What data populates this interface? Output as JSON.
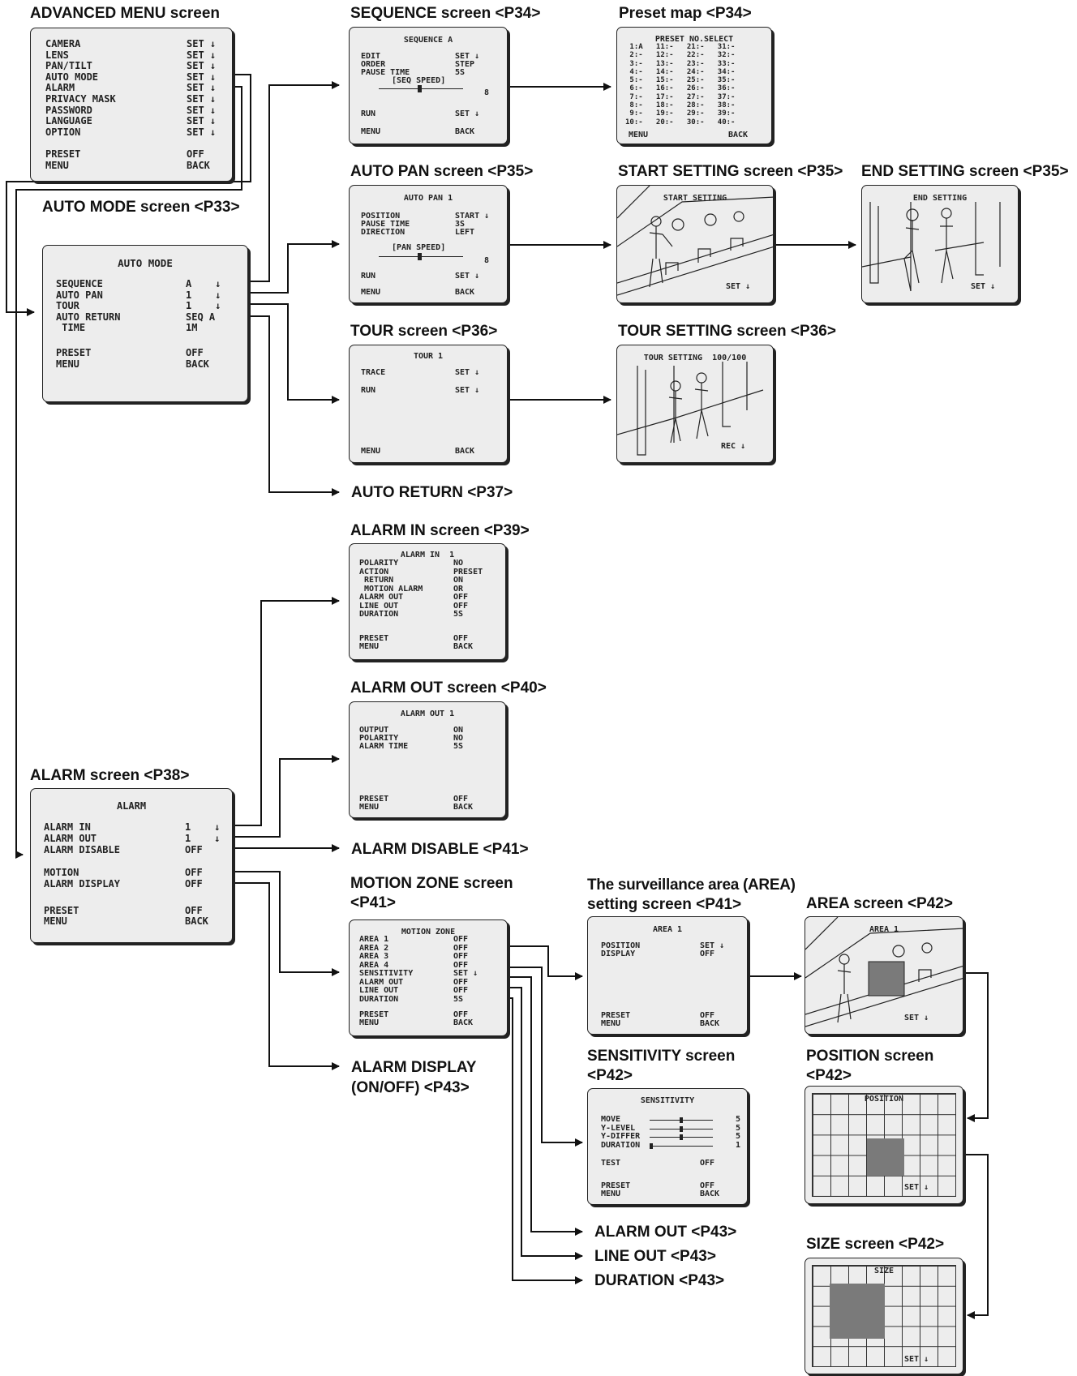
{
  "titles": {
    "advanced_menu": "ADVANCED MENU screen",
    "sequence": "SEQUENCE screen <P34>",
    "preset_map": "Preset map <P34>",
    "auto_mode": "AUTO MODE screen <P33>",
    "auto_pan": "AUTO PAN screen <P35>",
    "start_setting": "START SETTING screen <P35>",
    "end_setting": "END SETTING screen <P35>",
    "tour": "TOUR screen <P36>",
    "tour_setting": "TOUR SETTING screen <P36>",
    "auto_return": "AUTO RETURN <P37>",
    "alarm_in": "ALARM IN screen <P39>",
    "alarm_out": "ALARM OUT screen <P40>",
    "alarm": "ALARM screen <P38>",
    "alarm_disable": "ALARM DISABLE <P41>",
    "motion_zone_1": "MOTION ZONE screen",
    "motion_zone_2": "<P41>",
    "area_setting_1": "The surveillance area (AREA)",
    "area_setting_2": "setting screen <P41>",
    "area": "AREA screen <P42>",
    "sensitivity_1": "SENSITIVITY screen",
    "sensitivity_2": "<P42>",
    "position_1": "POSITION screen",
    "position_2": "<P42>",
    "alarm_display_1": "ALARM DISPLAY",
    "alarm_display_2": "(ON/OFF) <P43>",
    "alarm_out_link": "ALARM OUT <P43>",
    "line_out_link": "LINE OUT <P43>",
    "duration_link": "DURATION <P43>",
    "size": "SIZE screen <P42>"
  },
  "advanced_menu": {
    "rows": [
      [
        "CAMERA",
        "SET ↓"
      ],
      [
        "LENS",
        "SET ↓"
      ],
      [
        "PAN/TILT",
        "SET ↓"
      ],
      [
        "AUTO MODE",
        "SET ↓"
      ],
      [
        "ALARM",
        "SET ↓"
      ],
      [
        "PRIVACY MASK",
        "SET ↓"
      ],
      [
        "PASSWORD",
        "SET ↓"
      ],
      [
        "LANGUAGE",
        "SET ↓"
      ],
      [
        "OPTION",
        "SET ↓"
      ],
      [
        "",
        ""
      ],
      [
        "PRESET",
        "OFF"
      ],
      [
        "MENU",
        "BACK"
      ]
    ]
  },
  "sequence": {
    "title": "SEQUENCE A",
    "rows": [
      [
        "EDIT",
        "SET ↓"
      ],
      [
        "ORDER",
        "STEP"
      ],
      [
        "PAUSE TIME",
        "5S"
      ]
    ],
    "slider_label": "[SEQ SPEED]",
    "slider_value": "8",
    "run": [
      "RUN",
      "SET ↓"
    ],
    "menu": [
      "MENU",
      "BACK"
    ]
  },
  "preset_map": {
    "title": "PRESET NO.SELECT",
    "lines": [
      " 1:A   11:-   21:-   31:-",
      " 2:-   12:-   22:-   32:-",
      " 3:-   13:-   23:-   33:-",
      " 4:-   14:-   24:-   34:-",
      " 5:-   15:-   25:-   35:-",
      " 6:-   16:-   26:-   36:-",
      " 7:-   17:-   27:-   37:-",
      " 8:-   18:-   28:-   38:-",
      " 9:-   19:-   29:-   39:-",
      "10:-   20:-   30:-   40:-"
    ],
    "menu": "MENU",
    "back": "BACK"
  },
  "auto_mode": {
    "title": "AUTO MODE",
    "rows": [
      [
        "SEQUENCE",
        "A    ↓"
      ],
      [
        "AUTO PAN",
        "1    ↓"
      ],
      [
        "TOUR",
        "1    ↓"
      ],
      [
        "AUTO RETURN",
        "SEQ A"
      ],
      [
        " TIME",
        "1M"
      ]
    ],
    "preset": [
      "PRESET",
      "OFF"
    ],
    "menu": [
      "MENU",
      "BACK"
    ]
  },
  "auto_pan": {
    "title": "AUTO PAN 1",
    "rows": [
      [
        "POSITION",
        "START ↓"
      ],
      [
        "PAUSE TIME",
        "3S"
      ],
      [
        "DIRECTION",
        "LEFT"
      ]
    ],
    "slider_label": "[PAN SPEED]",
    "slider_value": "8",
    "run": [
      "RUN",
      "SET ↓"
    ],
    "menu": [
      "MENU",
      "BACK"
    ]
  },
  "start_setting": {
    "title": "START SETTING",
    "footer": "SET ↓"
  },
  "end_setting": {
    "title": "END SETTING",
    "footer": "SET ↓"
  },
  "tour": {
    "title": "TOUR 1",
    "rows": [
      [
        "TRACE",
        "SET ↓"
      ],
      [
        "RUN",
        "SET ↓"
      ]
    ],
    "menu": [
      "MENU",
      "BACK"
    ]
  },
  "tour_setting": {
    "title": "TOUR SETTING  100/100",
    "footer": "REC ↓"
  },
  "alarm_in": {
    "title": "ALARM IN  1",
    "rows": [
      [
        "POLARITY",
        "NO"
      ],
      [
        "ACTION",
        "PRESET"
      ],
      [
        " RETURN",
        "ON"
      ],
      [
        " MOTION ALARM",
        "OR"
      ],
      [
        "ALARM OUT",
        "OFF"
      ],
      [
        "LINE OUT",
        "OFF"
      ],
      [
        "DURATION",
        "5S"
      ]
    ],
    "preset": [
      "PRESET",
      "OFF"
    ],
    "menu": [
      "MENU",
      "BACK"
    ]
  },
  "alarm_out": {
    "title": "ALARM OUT 1",
    "rows": [
      [
        "OUTPUT",
        "ON"
      ],
      [
        "POLARITY",
        "NO"
      ],
      [
        "ALARM TIME",
        "5S"
      ]
    ],
    "preset": [
      "PRESET",
      "OFF"
    ],
    "menu": [
      "MENU",
      "BACK"
    ]
  },
  "alarm": {
    "title": "ALARM",
    "rows": [
      [
        "ALARM IN",
        "1    ↓"
      ],
      [
        "ALARM OUT",
        "1    ↓"
      ],
      [
        "ALARM DISABLE",
        "OFF"
      ],
      [
        "",
        ""
      ],
      [
        "MOTION",
        "OFF"
      ],
      [
        "ALARM DISPLAY",
        "OFF"
      ]
    ],
    "preset": [
      "PRESET",
      "OFF"
    ],
    "menu": [
      "MENU",
      "BACK"
    ]
  },
  "motion_zone": {
    "title": "MOTION ZONE",
    "rows": [
      [
        "AREA 1",
        "OFF"
      ],
      [
        "AREA 2",
        "OFF"
      ],
      [
        "AREA 3",
        "OFF"
      ],
      [
        "AREA 4",
        "OFF"
      ],
      [
        "SENSITIVITY",
        "SET ↓"
      ],
      [
        "ALARM OUT",
        "OFF"
      ],
      [
        "LINE OUT",
        "OFF"
      ],
      [
        "DURATION",
        "5S"
      ]
    ],
    "preset": [
      "PRESET",
      "OFF"
    ],
    "menu": [
      "MENU",
      "BACK"
    ]
  },
  "area_setting": {
    "title": "AREA 1",
    "rows": [
      [
        "POSITION",
        "SET ↓"
      ],
      [
        "DISPLAY",
        "OFF"
      ]
    ],
    "preset": [
      "PRESET",
      "OFF"
    ],
    "menu": [
      "MENU",
      "BACK"
    ]
  },
  "area": {
    "title": "AREA 1",
    "footer": "SET ↓"
  },
  "sensitivity": {
    "title": "SENSITIVITY",
    "rows": [
      [
        "MOVE",
        "5"
      ],
      [
        "Y-LEVEL",
        "5"
      ],
      [
        "Y-DIFFER",
        "5"
      ],
      [
        "DURATION",
        "1"
      ]
    ],
    "test": [
      "TEST",
      "OFF"
    ],
    "preset": [
      "PRESET",
      "OFF"
    ],
    "menu": [
      "MENU",
      "BACK"
    ]
  },
  "position": {
    "title": "POSITION",
    "footer": "SET ↓"
  },
  "size": {
    "title": "SIZE",
    "footer": "SET ↓"
  }
}
